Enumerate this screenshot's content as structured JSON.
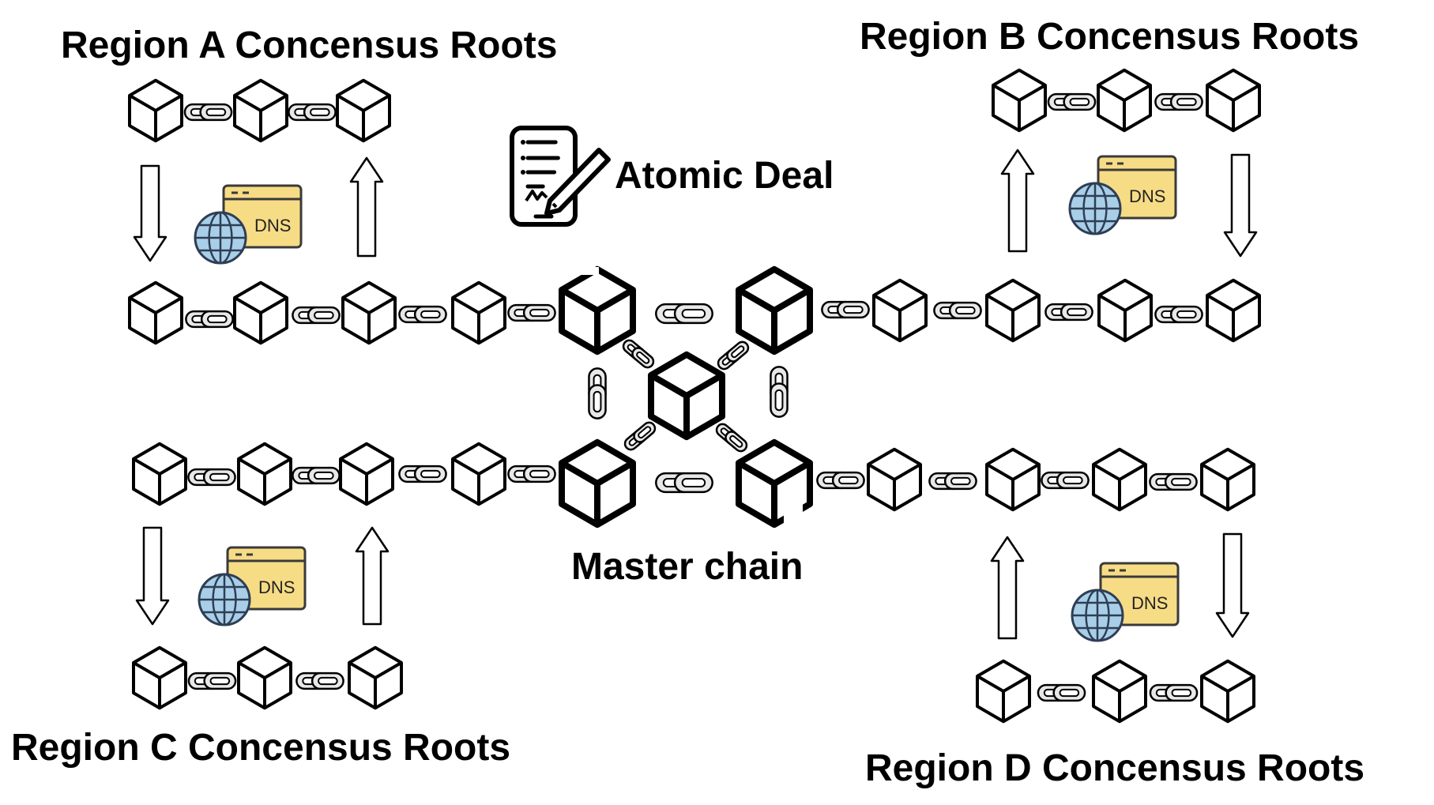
{
  "labels": {
    "region_a": "Region A Concensus Roots",
    "region_b": "Region B Concensus Roots",
    "region_c": "Region C Concensus Roots",
    "region_d": "Region D Concensus Roots",
    "atomic_deal": "Atomic Deal",
    "master_chain": "Master chain",
    "dns": "DNS"
  },
  "icons": {
    "block": "cube-icon",
    "link": "chain-link-icon",
    "contract": "contract-signature-icon",
    "dns": "dns-globe-icon",
    "arrow": "arrow-icon"
  },
  "colors": {
    "stroke": "#000000",
    "dns_window": "#f7dc86",
    "dns_globe": "#a9cfe8",
    "link_fill": "#e8e8e8"
  }
}
